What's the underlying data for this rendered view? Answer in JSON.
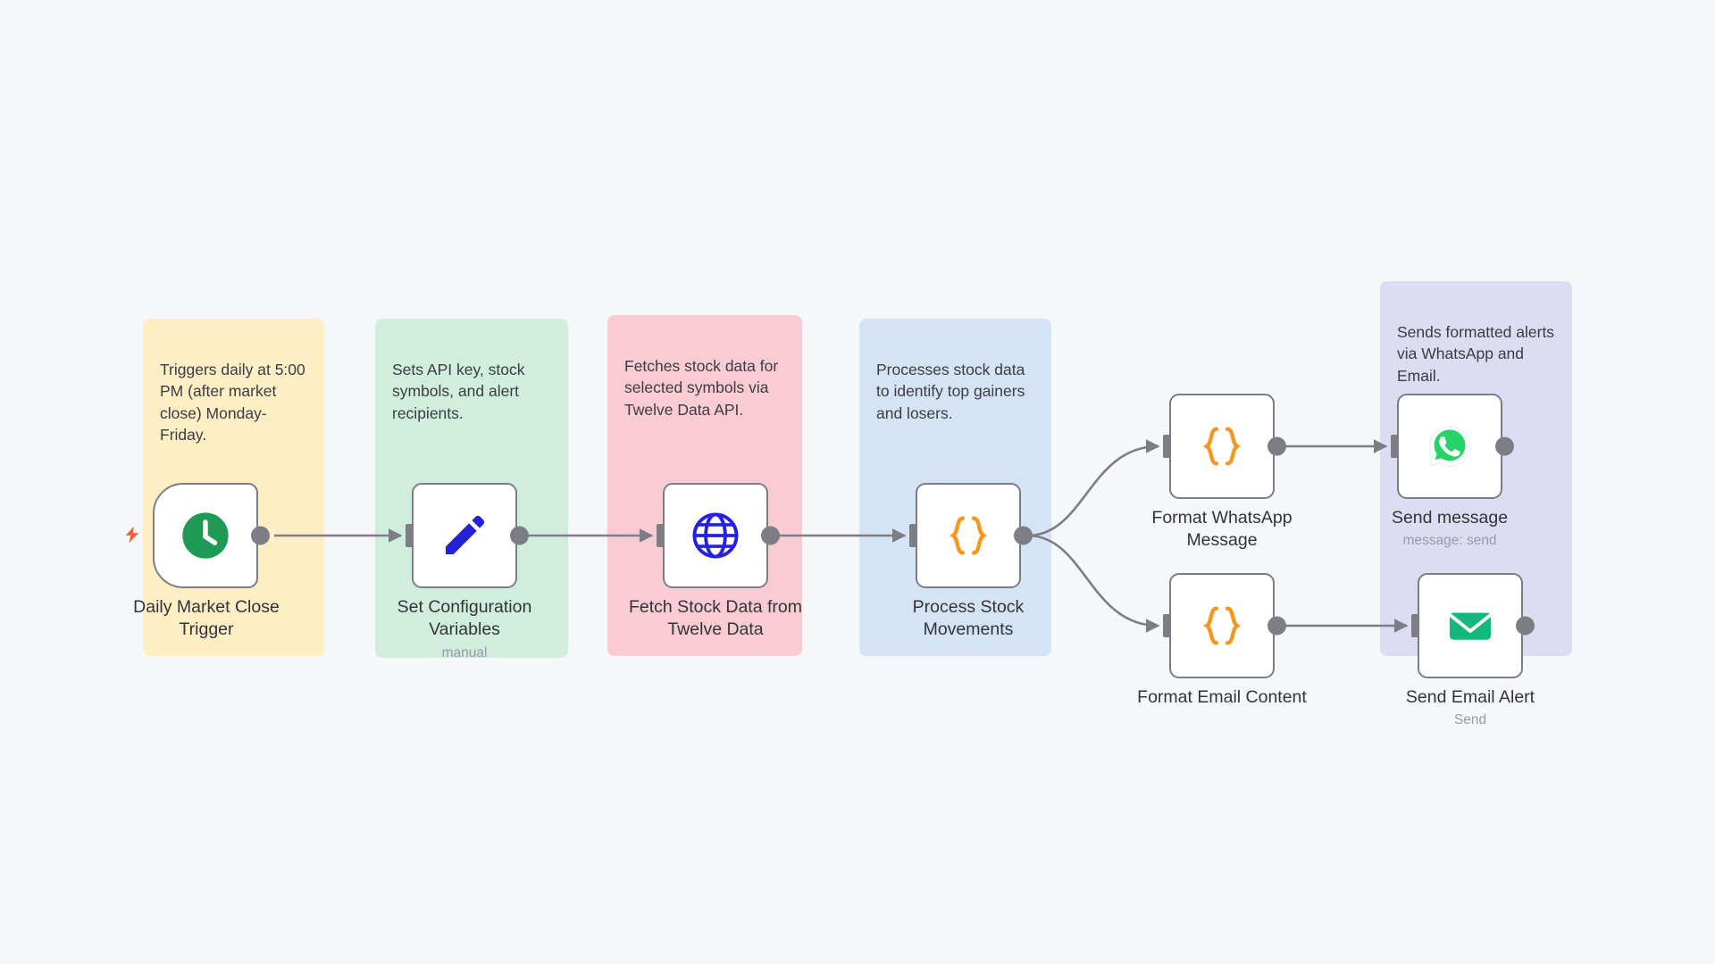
{
  "canvas": {
    "background": "#f6f7f9",
    "connector_color": "#7d7d85"
  },
  "sticky_notes": [
    {
      "id": "note-trigger",
      "text": "Triggers daily at 5:00 PM (after market close) Monday-Friday.",
      "color": "#fdeec4",
      "border": "#f6e3ad"
    },
    {
      "id": "note-config",
      "text": "Sets API key, stock symbols, and alert recipients.",
      "color": "#cfeedd",
      "border": "#bfe5d2"
    },
    {
      "id": "note-fetch",
      "text": "Fetches stock data for selected symbols via Twelve Data API.",
      "color": "#f9ccd4",
      "border": "#f4bdc8"
    },
    {
      "id": "note-process",
      "text": "Processes stock data to identify top gainers and losers.",
      "color": "#d4e4f4",
      "border": "#c4daee"
    },
    {
      "id": "note-send",
      "text": "Sends formatted alerts via WhatsApp and Email.",
      "color": "#dcdcf3",
      "border": "#cfcfec"
    }
  ],
  "nodes": [
    {
      "id": "daily-market-close-trigger",
      "label": "Daily Market Close\nTrigger",
      "subtitle": "",
      "icon": "clock-icon",
      "icon_color": "#1f9a54",
      "shape": "trigger"
    },
    {
      "id": "set-configuration-variables",
      "label": "Set Configuration\nVariables",
      "subtitle": "manual",
      "icon": "pencil-icon",
      "icon_color": "#2421d6",
      "shape": "square"
    },
    {
      "id": "fetch-stock-data-from-twelve-data",
      "label": "Fetch Stock Data from\nTwelve Data",
      "subtitle": "",
      "icon": "globe-icon",
      "icon_color": "#2421e0",
      "shape": "square"
    },
    {
      "id": "process-stock-movements",
      "label": "Process Stock\nMovements",
      "subtitle": "",
      "icon": "code-braces-icon",
      "icon_color": "#f7971e",
      "shape": "square"
    },
    {
      "id": "format-whatsapp-message",
      "label": "Format WhatsApp\nMessage",
      "subtitle": "",
      "icon": "code-braces-icon",
      "icon_color": "#f7971e",
      "shape": "square"
    },
    {
      "id": "format-email-content",
      "label": "Format Email Content",
      "subtitle": "",
      "icon": "code-braces-icon",
      "icon_color": "#f7971e",
      "shape": "square"
    },
    {
      "id": "send-message",
      "label": "Send message",
      "subtitle": "message: send",
      "icon": "whatsapp-icon",
      "icon_color": "#25d366",
      "shape": "square"
    },
    {
      "id": "send-email-alert",
      "label": "Send Email Alert",
      "subtitle": "Send",
      "icon": "envelope-icon",
      "icon_color": "#14b87d",
      "shape": "square"
    }
  ],
  "trigger_indicator": {
    "icon": "lightning-bolt-icon",
    "color": "#f5603c"
  }
}
